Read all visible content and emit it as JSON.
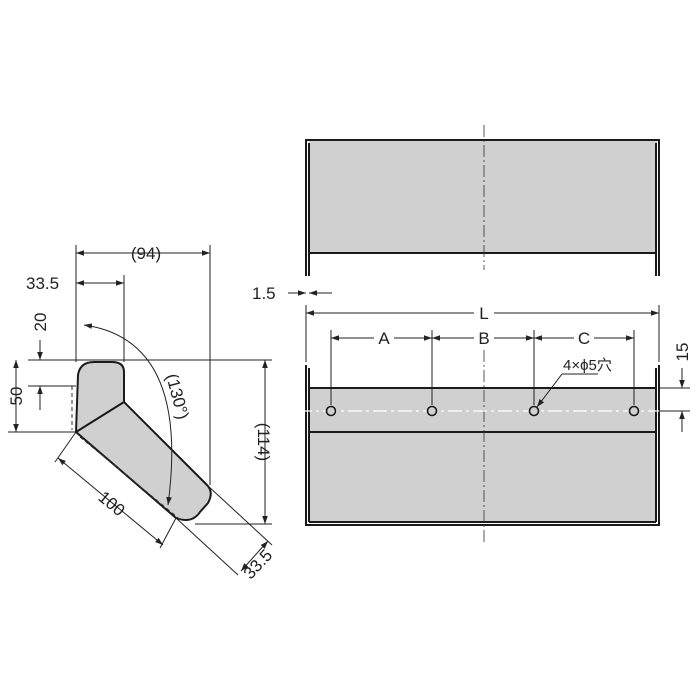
{
  "colors": {
    "part_fill": "#d0d0d0",
    "line": "#1a1a1a",
    "background": "#ffffff"
  },
  "side_view": {
    "dims": {
      "width_94": "(94)",
      "offset_33_5_top": "33.5",
      "height_20": "20",
      "height_50": "50",
      "angle_130": "(130°)",
      "height_114": "(114)",
      "length_100": "100",
      "offset_33_5_bottom": "33.5"
    }
  },
  "top_view": {
    "dims": {
      "thickness": "1.5"
    }
  },
  "front_view": {
    "dims": {
      "length": "L",
      "pitch_a": "A",
      "pitch_b": "B",
      "pitch_c": "C",
      "hole_spec": "4×ϕ5穴",
      "hole_height": "15"
    }
  }
}
